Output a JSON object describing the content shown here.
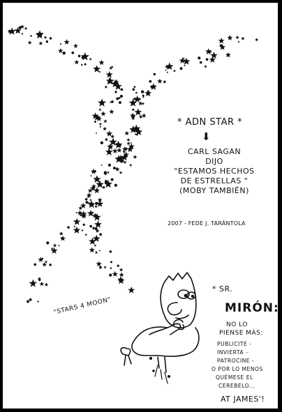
{
  "heading": {
    "title": "* ADN STAR *",
    "arrow": "⬇"
  },
  "quote": {
    "lines": [
      "CARL SAGAN",
      "DIJO",
      "\"ESTAMOS HECHOS",
      "DE ESTRELLAS \"",
      "(MOBY TAMBIÉN)"
    ]
  },
  "credit": "2007 - FEDE J. TARÁNTOLA",
  "caption": "\"STARS 4 MOON\"",
  "sign": {
    "title_1": "* SR.",
    "title_2": "MIRÓN:",
    "lines_1": [
      "NO LO",
      "PIENSE MÁS:"
    ],
    "lines_2": [
      "PUBLICITE -",
      "INVIERTA -",
      "PATROCINE -",
      "O POR LO MENOS",
      "QUÉMESE EL",
      "CEREBELO..."
    ],
    "closing": "AT JAMES'!"
  },
  "colors": {
    "ink": "#111111",
    "paper": "#ffffff",
    "border": "#000000"
  }
}
